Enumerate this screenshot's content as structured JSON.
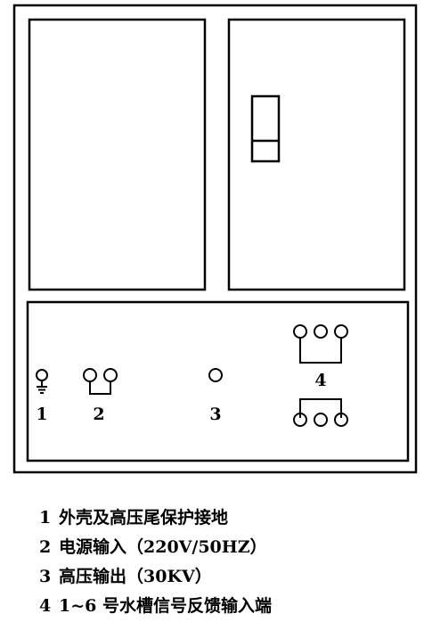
{
  "diagram": {
    "terminal_labels": {
      "t1": "1",
      "t2": "2",
      "t3": "3",
      "t4": "4"
    }
  },
  "legend": {
    "items": [
      {
        "num": "1",
        "text": "外壳及高压尾保护接地"
      },
      {
        "num": "2",
        "text": "电源输入（220V/50HZ）"
      },
      {
        "num": "3",
        "text": "高压输出（30KV）"
      },
      {
        "num": "4",
        "text": "1~6 号水槽信号反馈输入端"
      }
    ]
  },
  "colors": {
    "line": "#000000",
    "background": "#ffffff"
  }
}
